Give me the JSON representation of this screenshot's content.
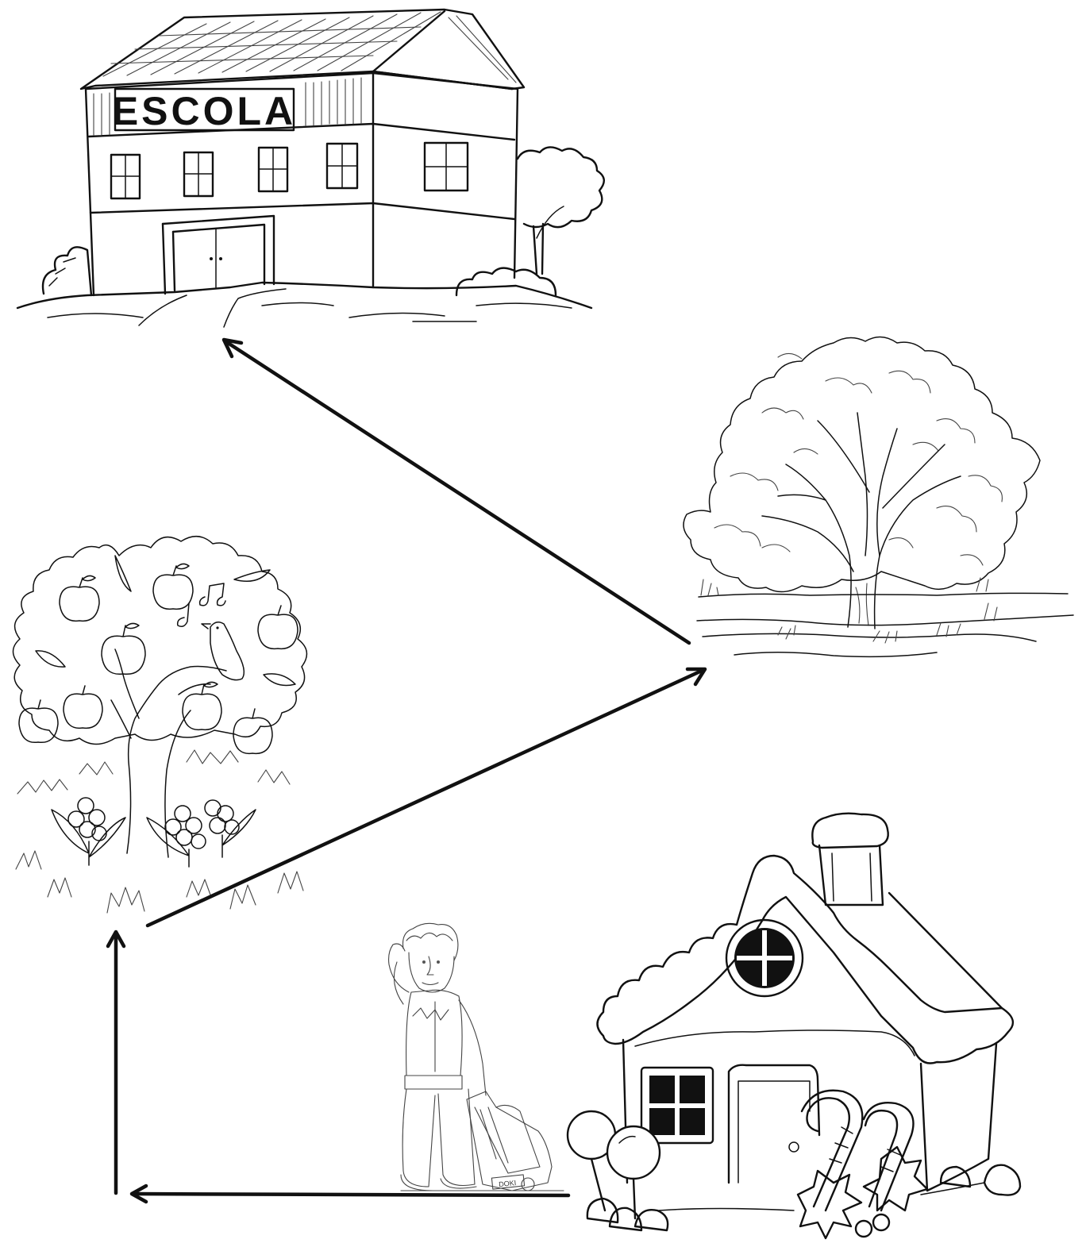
{
  "school": {
    "sign_text": "ESCOLA"
  },
  "backpack": {
    "tag_text": "DOKI"
  },
  "route": {
    "steps": [
      "house",
      "apple-tree",
      "big-tree",
      "school"
    ]
  },
  "colors": {
    "ink": "#111111",
    "paper": "#ffffff"
  }
}
